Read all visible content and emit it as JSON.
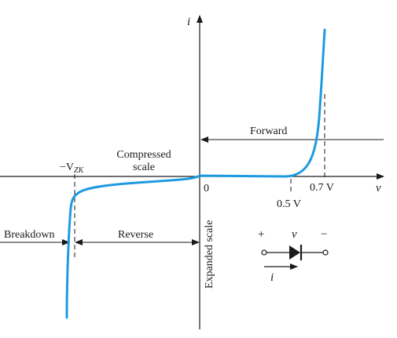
{
  "axes": {
    "y_label": "i",
    "x_label": "v",
    "origin_label": "0",
    "vzk_prefix": "−V",
    "vzk_sub": "ZK",
    "tick_05": "0.5 V",
    "tick_07": "0.7 V"
  },
  "annotations": {
    "compressed_line1": "Compressed",
    "compressed_line2": "scale",
    "expanded": "Expanded scale",
    "forward": "Forward",
    "reverse": "Reverse",
    "breakdown": "Breakdown"
  },
  "symbol": {
    "plus": "+",
    "minus": "−",
    "v": "v",
    "i": "i"
  },
  "colors": {
    "curve": "#1e9be0",
    "line": "#1a1a1a"
  }
}
